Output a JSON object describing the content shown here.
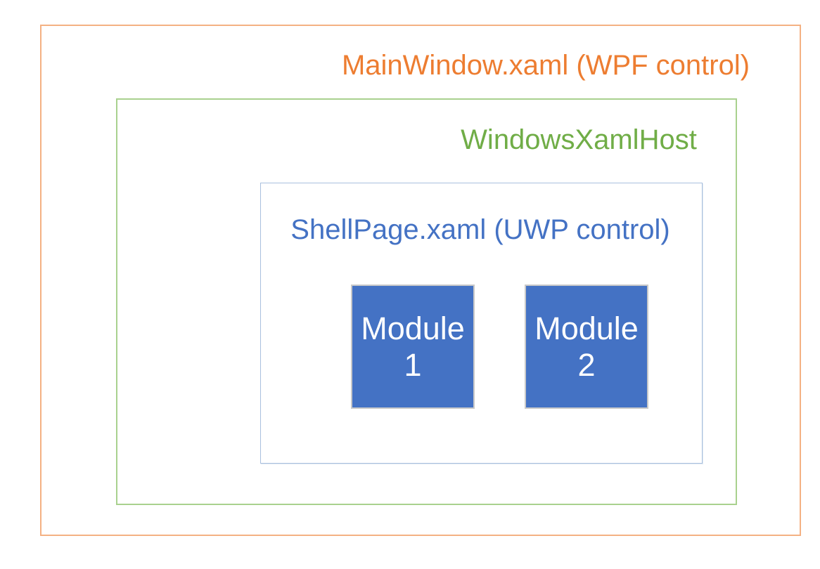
{
  "colors": {
    "background": "#FFFFFF",
    "wpf_border": "#F4B183",
    "wpf_text": "#ED7D31",
    "host_border": "#A9D18E",
    "host_text": "#70AD47",
    "shell_border": "#A9C0DE",
    "shell_text": "#4472C4",
    "module_fill": "#4472C4",
    "module_border": "#C9C9C9",
    "module_text": "#FFFFFF"
  },
  "diagram": {
    "main_window": {
      "label": "MainWindow.xaml (WPF control)"
    },
    "xaml_host": {
      "label": "WindowsXamlHost"
    },
    "shell_page": {
      "label": "ShellPage.xaml (UWP control)"
    },
    "modules": [
      {
        "label": "Module 1",
        "lines": [
          "Module",
          "1"
        ]
      },
      {
        "label": "Module 2",
        "lines": [
          "Module",
          "2"
        ]
      }
    ]
  }
}
